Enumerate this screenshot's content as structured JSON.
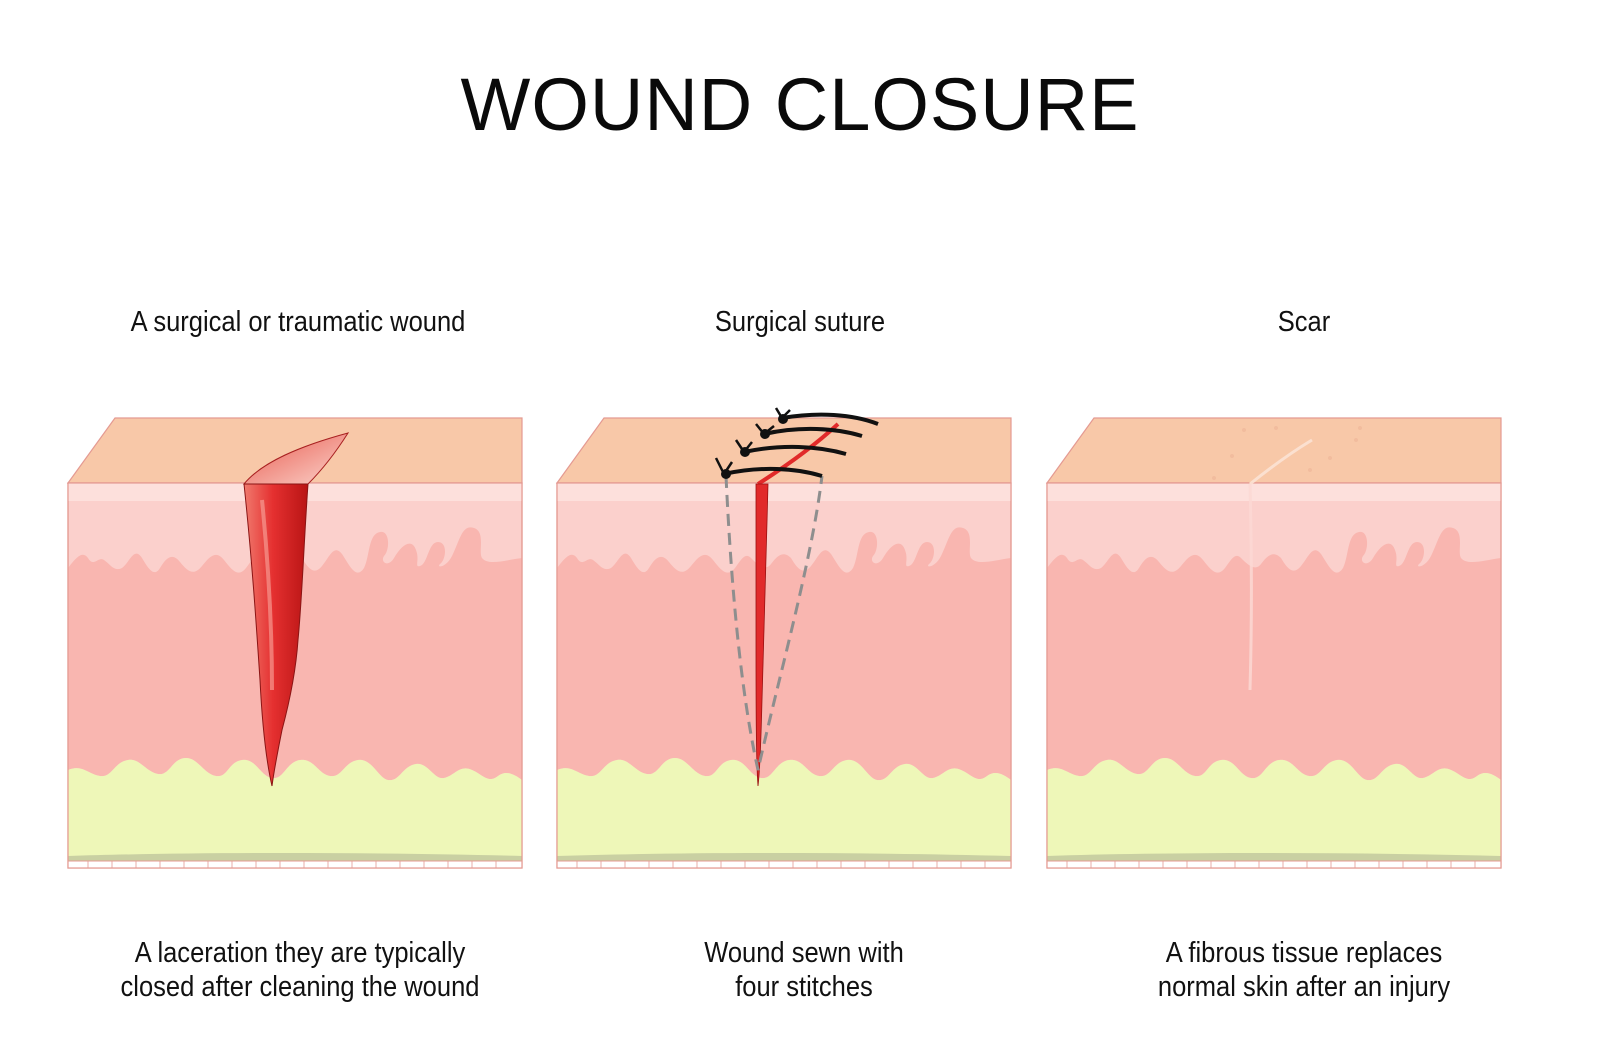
{
  "title": "WOUND CLOSURE",
  "panels": [
    {
      "heading": "A surgical or traumatic wound",
      "caption_lines": [
        "A laceration they are typically",
        "closed after cleaning the wound"
      ]
    },
    {
      "heading": "Surgical suture",
      "caption_lines": [
        "Wound sewn with",
        "four stitches"
      ]
    },
    {
      "heading": "Scar",
      "caption_lines": [
        "A fibrous tissue replaces",
        "normal skin after an injury"
      ]
    }
  ],
  "colors": {
    "skin_surface": "#f8c8a8",
    "epidermis": "#fbd0cc",
    "dermis": "#f9b6b0",
    "fat": "#eef7b8",
    "wound_red": "#e12a2a",
    "suture": "#111111"
  }
}
